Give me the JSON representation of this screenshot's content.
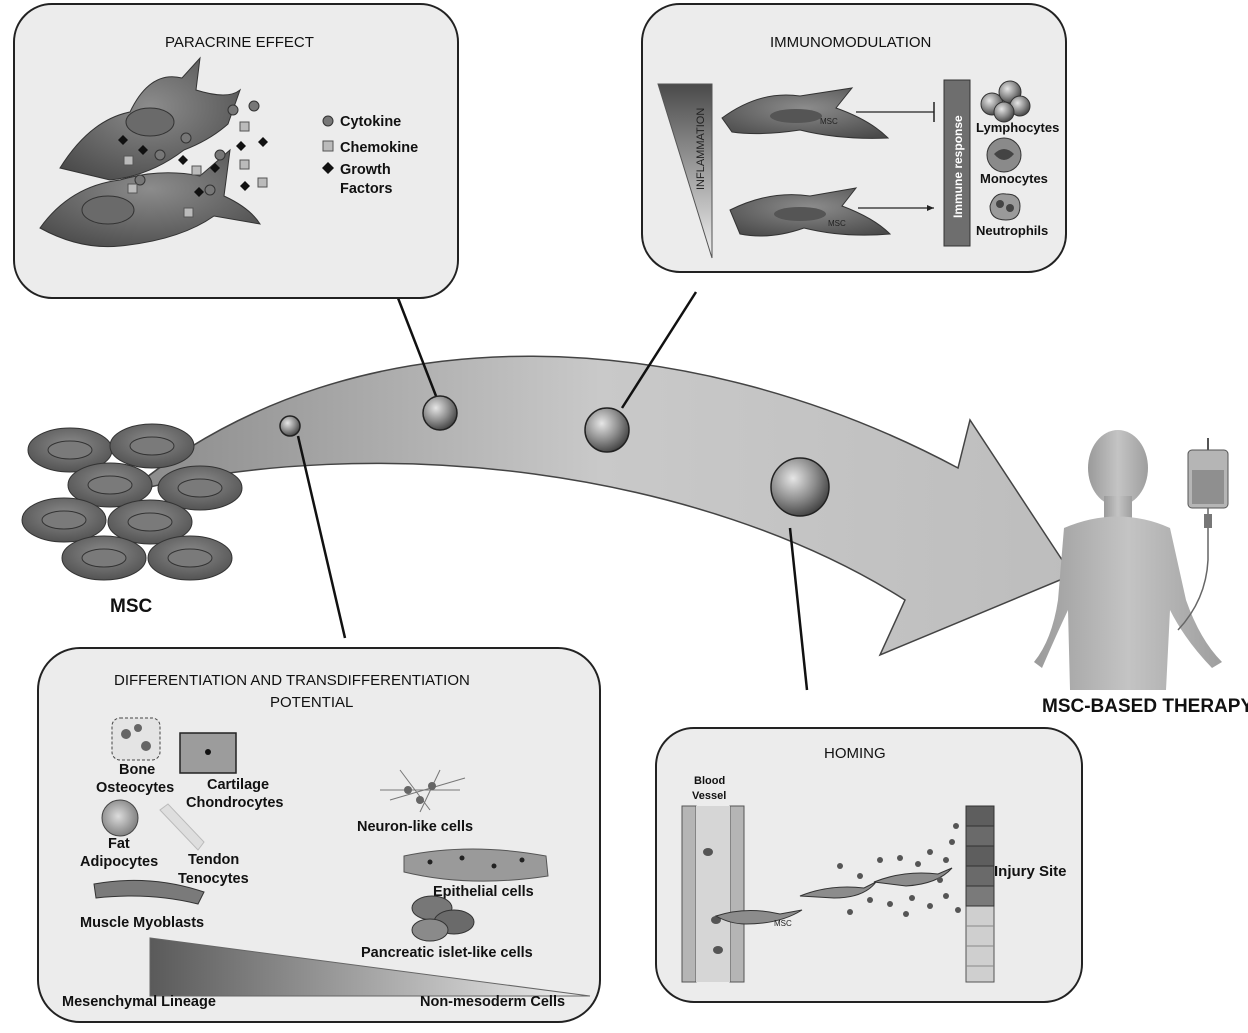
{
  "msc_label": "MSC",
  "therapy_label": "MSC-BASED THERAPY",
  "paracrine": {
    "title": "PARACRINE EFFECT",
    "legend": [
      "Cytokine",
      "Chemokine",
      "Growth",
      "Factors"
    ]
  },
  "immuno": {
    "title": "IMMUNOMODULATION",
    "gradient_label": "INFLAMMATION",
    "cell_label": "MSC",
    "bar_label": "Immune response",
    "cells": [
      "Lymphocytes",
      "Monocytes",
      "Neutrophils"
    ]
  },
  "differentiation": {
    "title_line1": "DIFFERENTIATION  AND TRANSDIFFERENTIATION",
    "title_line2": "POTENTIAL",
    "labels": [
      "Bone",
      "Osteocytes",
      "Cartilage",
      "Chondrocytes",
      "Fat",
      "Adipocytes",
      "Tendon",
      "Tenocytes",
      "Muscle Myoblasts",
      "Neuron-like cells",
      "Epithelial cells",
      "Pancreatic islet-like cells"
    ],
    "axis_left": "Mesenchymal Lineage",
    "axis_right": "Non-mesoderm Cells"
  },
  "homing": {
    "title": "HOMING",
    "vessel_label": [
      "Blood",
      "Vessel"
    ],
    "cell_label": "MSC",
    "injury_label": "Injury Site"
  },
  "colors": {
    "panel_fill": "#ececec",
    "cell_dark": "#5a5a5a",
    "arrow_fill": "#c8c8c8"
  }
}
